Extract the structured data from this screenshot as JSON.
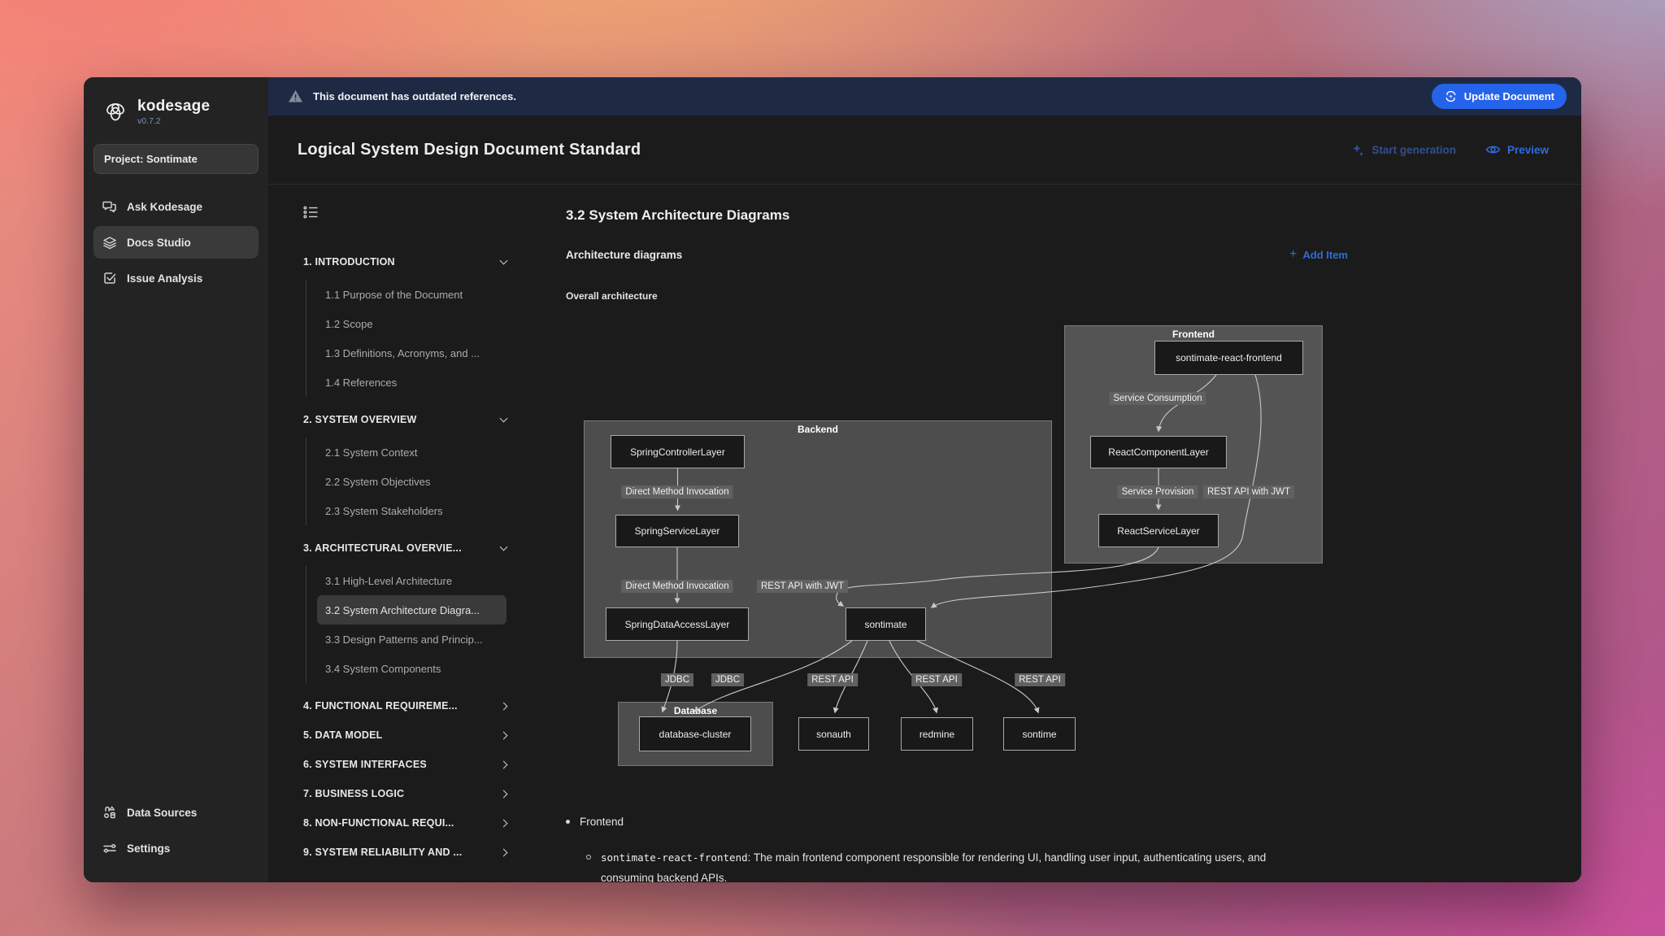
{
  "sidebar": {
    "brand": {
      "name": "kodesage",
      "version": "v0.7.2"
    },
    "project": "Project: Sontimate",
    "nav": [
      {
        "label": "Ask Kodesage"
      },
      {
        "label": "Docs Studio"
      },
      {
        "label": "Issue Analysis"
      }
    ],
    "footer": [
      {
        "label": "Data Sources"
      },
      {
        "label": "Settings"
      }
    ]
  },
  "banner": {
    "message": "This document has outdated references.",
    "action": "Update Document"
  },
  "doc_header": {
    "title": "Logical System Design Document Standard",
    "start_generation": "Start generation",
    "preview": "Preview"
  },
  "outline": {
    "sections": [
      {
        "label": "1. INTRODUCTION",
        "children": [
          "1.1 Purpose of the Document",
          "1.2 Scope",
          "1.3 Definitions, Acronyms, and ...",
          "1.4 References"
        ]
      },
      {
        "label": "2. SYSTEM OVERVIEW",
        "children": [
          "2.1 System Context",
          "2.2 System Objectives",
          "2.3 System Stakeholders"
        ]
      },
      {
        "label": "3. ARCHITECTURAL OVERVIE...",
        "children": [
          "3.1 High-Level Architecture",
          "3.2 System Architecture Diagra...",
          "3.3 Design Patterns and Princip...",
          "3.4 System Components"
        ]
      },
      {
        "label": "4. FUNCTIONAL REQUIREME..."
      },
      {
        "label": "5. DATA MODEL"
      },
      {
        "label": "6. SYSTEM INTERFACES"
      },
      {
        "label": "7. BUSINESS LOGIC"
      },
      {
        "label": "8. NON-FUNCTIONAL REQUI..."
      },
      {
        "label": "9. SYSTEM RELIABILITY AND ..."
      }
    ]
  },
  "content": {
    "section_title": "3.2 System Architecture Diagrams",
    "block_title": "Architecture diagrams",
    "add_item": "Add Item",
    "diagram_title": "Overall architecture",
    "notes": {
      "bullet": "Frontend",
      "code": "sontimate-react-frontend",
      "text": ": The main frontend component responsible for rendering UI, handling user input, authenticating users, and consuming backend APIs."
    }
  },
  "diagram": {
    "groups": [
      {
        "label": "Frontend"
      },
      {
        "label": "Backend"
      },
      {
        "label": "Database"
      }
    ],
    "nodes": [
      "sontimate-react-frontend",
      "ReactComponentLayer",
      "ReactServiceLayer",
      "SpringControllerLayer",
      "SpringServiceLayer",
      "SpringDataAccessLayer",
      "sontimate",
      "database-cluster",
      "sonauth",
      "redmine",
      "sontime"
    ],
    "edge_labels": [
      "Service Consumption",
      "Service Provision",
      "REST API with JWT",
      "Direct Method Invocation",
      "Direct Method Invocation",
      "REST API with JWT",
      "JDBC",
      "JDBC",
      "REST API",
      "REST API",
      "REST API"
    ]
  },
  "colors": {
    "accent_blue": "#2563eb",
    "banner_bg": "#1e2a44"
  }
}
